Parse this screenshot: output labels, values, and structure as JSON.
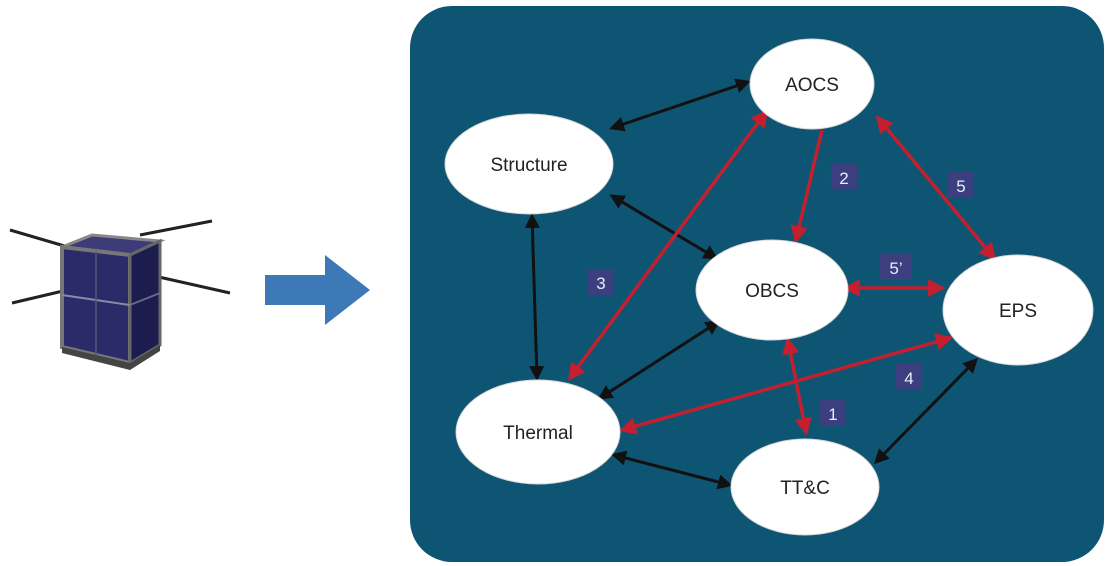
{
  "colors": {
    "panel": "#0e5574",
    "node_fill": "#ffffff",
    "black_link": "#111111",
    "red_link": "#c41f2e",
    "number_box": "#3b3f80",
    "arrow": "#3c79b6",
    "satellite_panel": "#2a2b68"
  },
  "nodes": {
    "aocs": "AOCS",
    "structure": "Structure",
    "obcs": "OBCS",
    "eps": "EPS",
    "thermal": "Thermal",
    "ttc": "TT&C"
  },
  "link_labels": {
    "l1": "1",
    "l2": "2",
    "l3": "3",
    "l4": "4",
    "l5": "5",
    "l5p": "5’"
  },
  "icons": {
    "satellite": "cubesat-icon",
    "arrow": "right-arrow-icon"
  }
}
